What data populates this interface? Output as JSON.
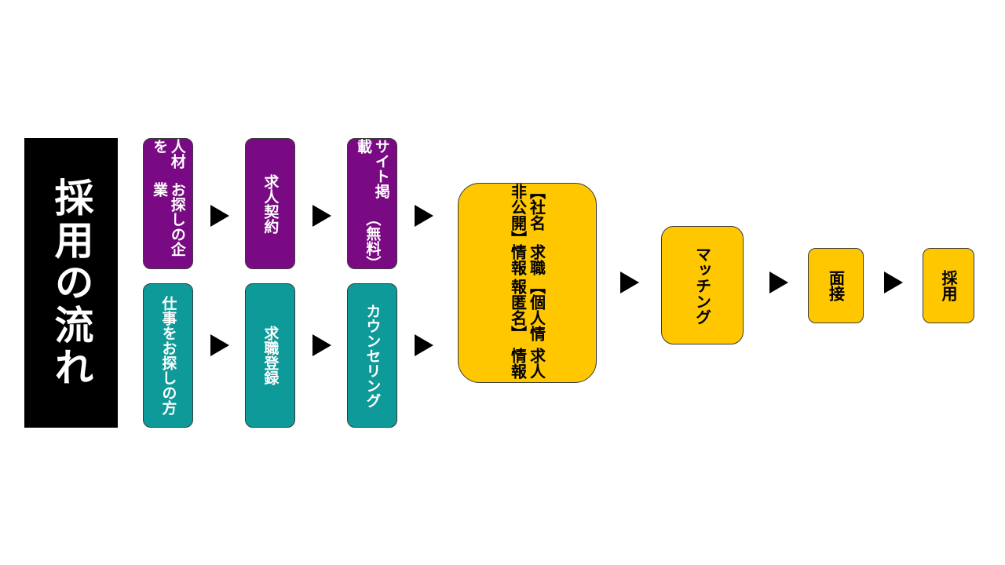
{
  "title": "採用の流れ",
  "company_track": {
    "step1": [
      "人材を",
      "お探しの企業"
    ],
    "step2": "求人契約",
    "step3": [
      "サイト掲載",
      "（無料）"
    ]
  },
  "jobseeker_track": {
    "step1": [
      "仕事を",
      "お探しの方"
    ],
    "step2": "求職登録",
    "step3": "カウンセリング"
  },
  "info_box": [
    "【社名非公開】",
    "求職情報",
    "【個人情報匿名】",
    "求人情報"
  ],
  "matching": "マッチング",
  "interview": "面接",
  "hire": "採用",
  "colors": {
    "company": "#7a0a84",
    "jobseeker": "#0d9a98",
    "shared": "#ffc700",
    "title_bg": "#000000",
    "arrow": "#000000"
  }
}
